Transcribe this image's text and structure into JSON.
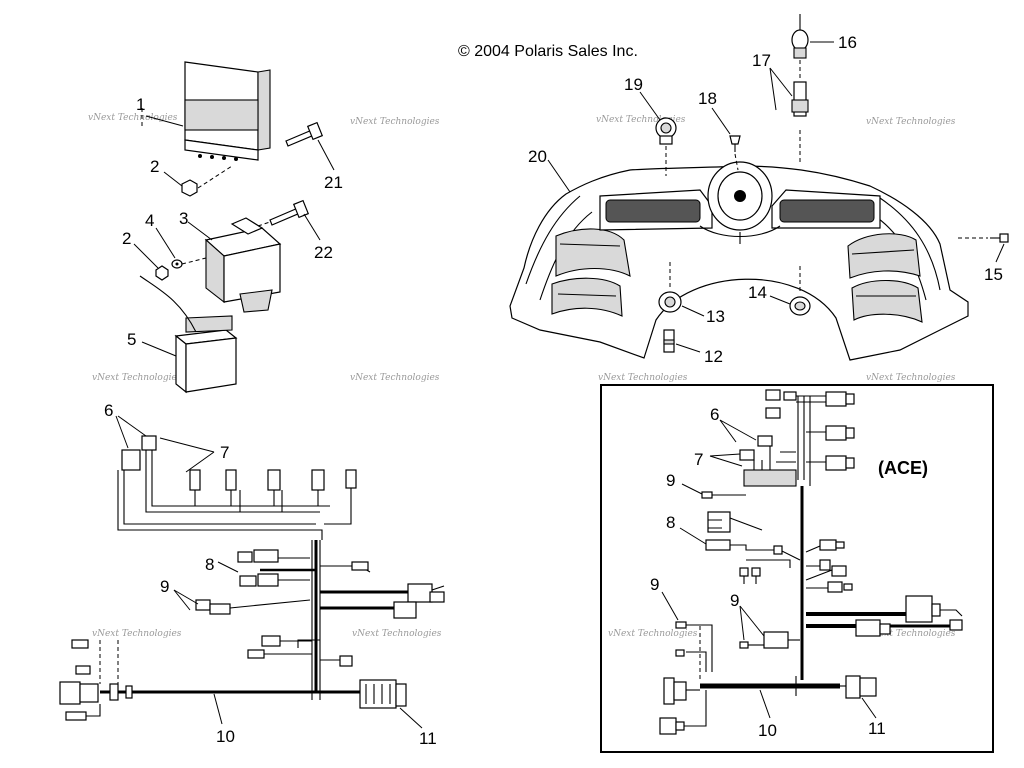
{
  "copyright": "© 2004 Polaris Sales Inc.",
  "variant_label": "(ACE)",
  "watermark": "vNext Technologies",
  "callouts": {
    "c1": "1",
    "c2a": "2",
    "c2b": "2",
    "c3": "3",
    "c4": "4",
    "c5": "5",
    "c6a": "6",
    "c7a": "7",
    "c8a": "8",
    "c9a": "9",
    "c10a": "10",
    "c11a": "11",
    "c12": "12",
    "c13": "13",
    "c14": "14",
    "c15": "15",
    "c16": "16",
    "c17": "17",
    "c18": "18",
    "c19": "19",
    "c20": "20",
    "c21": "21",
    "c22": "22",
    "c6b": "6",
    "c7b": "7",
    "c8b": "8",
    "c9b": "9",
    "c9c": "9",
    "c9d": "9",
    "c10b": "10",
    "c11b": "11"
  }
}
